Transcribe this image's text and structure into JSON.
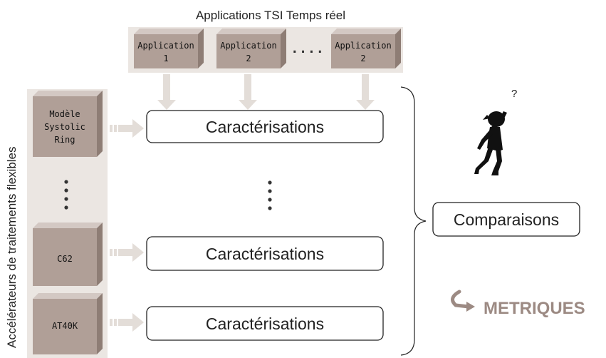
{
  "title": "Applications TSI Temps réel",
  "applications": [
    {
      "line1": "Application",
      "line2": "1"
    },
    {
      "line1": "Application",
      "line2": "2"
    },
    {
      "line1": "Application",
      "line2": "2"
    }
  ],
  "app_ellipsis": "....",
  "side_label": "Accélérateurs de traitements flexibles",
  "accelerators": [
    {
      "lines": [
        "Modèle",
        "Systolic",
        "Ring"
      ]
    },
    {
      "lines": [
        "C62"
      ]
    },
    {
      "lines": [
        "AT40K"
      ]
    }
  ],
  "characterisation_label": "Caractérisations",
  "comparison_label": "Comparaisons",
  "question_mark": "?",
  "metrics_label": "METRIQUES",
  "colors": {
    "panel": "#ebe6e2",
    "box": "#b09f97",
    "box_light": "#d3c8c3",
    "box_dark": "#8e7d75",
    "arrow": "#e3ddd8",
    "metrics": "#9c8a83",
    "text": "#222222"
  }
}
